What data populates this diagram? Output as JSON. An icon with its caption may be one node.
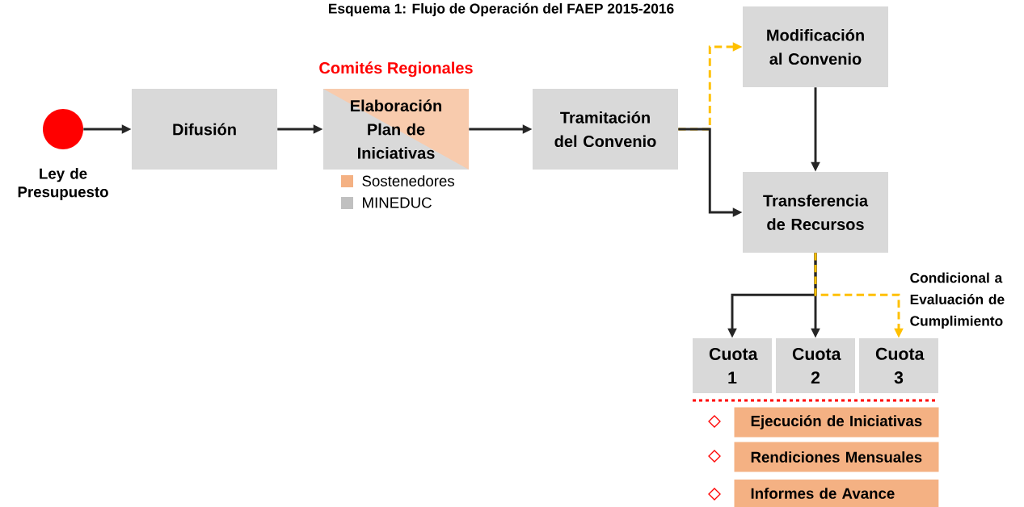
{
  "diagram": {
    "title": "Esquema 1: Flujo de Operación del FAEP 2015-2016",
    "nodes": [
      {
        "text": [],
        "shape": "circle",
        "beside": [
          "Ley de Presupuesto"
        ]
      },
      {
        "text": [
          "Difusión"
        ]
      },
      {
        "text": [
          "Comités Regionales",
          "Elaboración Plan de Iniciativas"
        ]
      },
      {
        "text": [
          "Tramitación del Convenio"
        ]
      },
      {
        "text": [
          "Modificación al Convenio"
        ]
      },
      {
        "text": [
          "Transferencia de Recursos"
        ]
      },
      {
        "text": [
          "Cuota 1"
        ]
      },
      {
        "text": [
          "Cuota 2"
        ]
      },
      {
        "text": [
          "Cuota 3"
        ]
      },
      {
        "text": [
          "Ejecución de Iniciativas"
        ]
      },
      {
        "text": [
          "Rendiciones Mensuales"
        ]
      },
      {
        "text": [
          "Informes de Avance"
        ]
      }
    ],
    "edges": [
      {
        "from": 0,
        "to": 1,
        "arrow": "to"
      },
      {
        "from": 1,
        "to": 2,
        "arrow": "to"
      },
      {
        "from": 2,
        "to": 3,
        "arrow": "to"
      },
      {
        "from": 3,
        "to": 4,
        "arrow": "to",
        "style": "dashed",
        "color": "#ffc000"
      },
      {
        "from": 3,
        "to": 5,
        "arrow": "to"
      },
      {
        "from": 4,
        "to": 5,
        "arrow": "to"
      },
      {
        "from": 5,
        "to": 6,
        "arrow": "to"
      },
      {
        "from": 5,
        "to": 7,
        "arrow": "to"
      },
      {
        "from": 5,
        "to": 8,
        "arrow": "to",
        "style": "dashed",
        "color": "#ffc000",
        "label": "Condicional a Evaluación de Cumplimiento"
      }
    ],
    "legend": [
      {
        "text": "Sostenedores",
        "color": "#f4b183"
      },
      {
        "text": "MINEDUC",
        "color": "#c0c0c0"
      }
    ]
  }
}
